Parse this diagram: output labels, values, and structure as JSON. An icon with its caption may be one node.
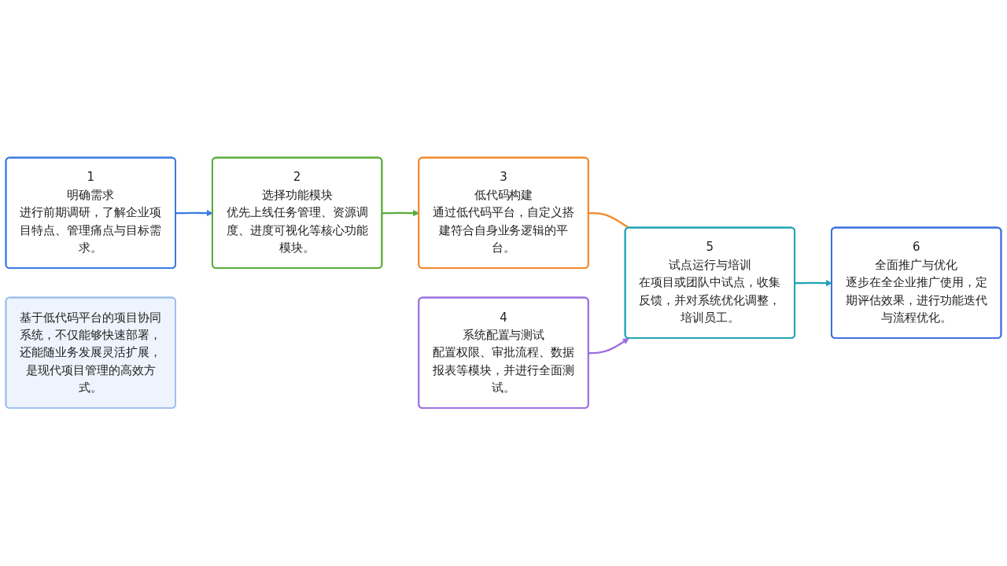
{
  "diagram": {
    "nodes": [
      {
        "text": [
          "1",
          "明确需求",
          "进行前期调研，了解企业项目特点、管理痛点与目标需求。"
        ]
      },
      {
        "text": [
          "2",
          "选择功能模块",
          "优先上线任务管理、资源调度、进度可视化等核心功能模块。"
        ]
      },
      {
        "text": [
          "3",
          "低代码构建",
          "通过低代码平台，自定义搭建符合自身业务逻辑的平台。"
        ]
      },
      {
        "text": [
          "4",
          "系统配置与测试",
          "配置权限、审批流程、数据报表等模块，并进行全面测试。"
        ]
      },
      {
        "text": [
          "5",
          "试点运行与培训",
          "在项目或团队中试点，收集反馈，并对系统优化调整，培训员工。"
        ]
      },
      {
        "text": [
          "6",
          "全面推广与优化",
          "逐步在全企业推广使用，定期评估效果，进行功能迭代与流程优化。"
        ]
      },
      {
        "text": [
          "基于低代码平台的项目协同系统，不仅能够快速部署，还能随业务发展灵活扩展，是现代项目管理的高效方式。"
        ]
      }
    ],
    "edges": [
      {
        "from": 0,
        "to": 1,
        "arrow": "to",
        "color": "#3b7be0"
      },
      {
        "from": 1,
        "to": 2,
        "arrow": "to",
        "color": "#5aab3c"
      },
      {
        "from": 2,
        "to": 4,
        "arrow": "none",
        "color": "#f08a2c"
      },
      {
        "from": 3,
        "to": 4,
        "arrow": "to",
        "color": "#9b6ee0"
      },
      {
        "from": 4,
        "to": 5,
        "arrow": "to",
        "color": "#1fa3b3"
      }
    ]
  }
}
